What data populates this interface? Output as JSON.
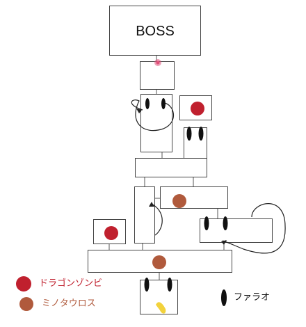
{
  "map": {
    "boss_label": "BOSS",
    "colors": {
      "dragon_zombie": "#c0202e",
      "minotaur": "#b05a3c",
      "pharaoh": "#111111",
      "entrance_glow": "#f2d23c",
      "boss_door": "#e0507a",
      "room_border": "#444444"
    }
  },
  "legend": {
    "dragon_zombie": "ドラゴンゾンビ",
    "minotaur": "ミノタウロス",
    "pharaoh": "ファラオ"
  }
}
